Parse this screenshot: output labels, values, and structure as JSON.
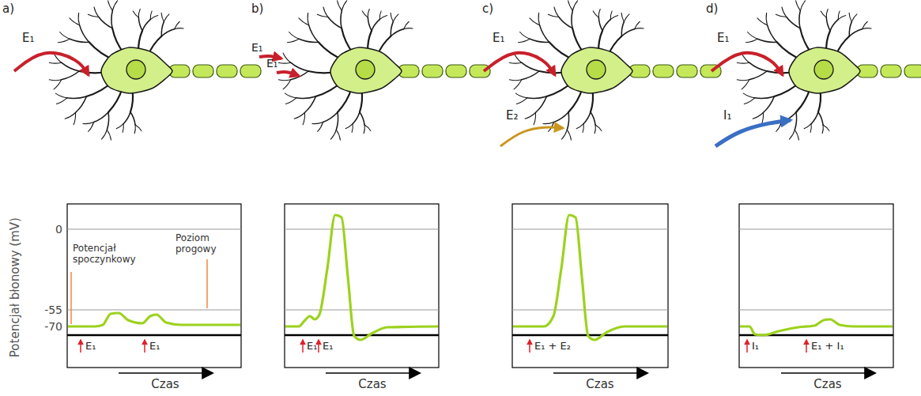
{
  "diagram": {
    "labels": [
      "a)",
      "E₁",
      "b)",
      "E₁",
      "E₁",
      "c)",
      "E₁",
      "E₂",
      "d)",
      "E₁",
      "I₁",
      "Potencjał błonowy (mV)",
      "0",
      "-55",
      "-70",
      "Potencjał spoczynkowy",
      "Poziom progowy",
      "E₁",
      "E₁",
      "Czas",
      "E₁",
      "E₁",
      "Czas",
      "E₁ + E₂",
      "Czas",
      "I₁",
      "E₁ + I₁",
      "Czas"
    ]
  }
}
